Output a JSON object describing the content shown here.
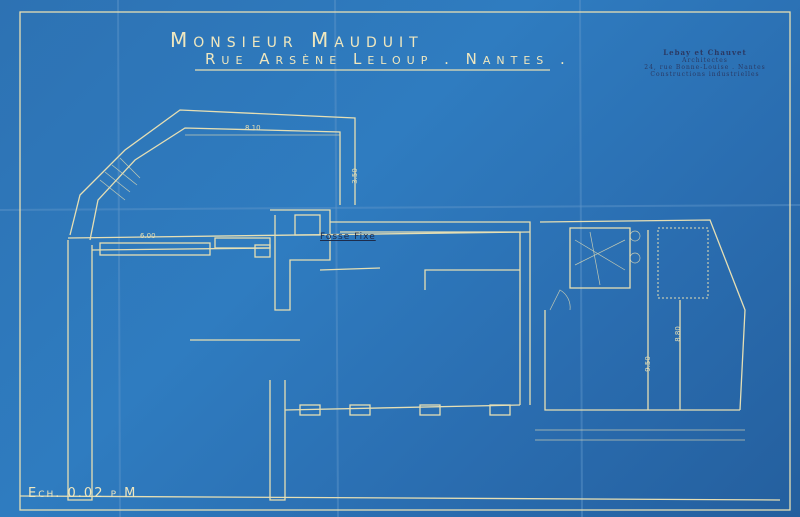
{
  "title": {
    "line1": "Monsieur Mauduit",
    "line2": "Rue Arsène Leloup . Nantes ."
  },
  "stamp": {
    "name": "Lebay et Chauvet",
    "role": "Architectes",
    "address": "24, rue Bonne-Louise . Nantes",
    "trade": "Constructions industrielles"
  },
  "labels": {
    "fosse": "Fosse Fixe",
    "scale": "Ech. 0.02 p M",
    "dim_top": "8.10",
    "dim_side": "3.50",
    "dim_front": "6.00",
    "dim_depth": "9.50",
    "dim_depth2": "8.80"
  }
}
